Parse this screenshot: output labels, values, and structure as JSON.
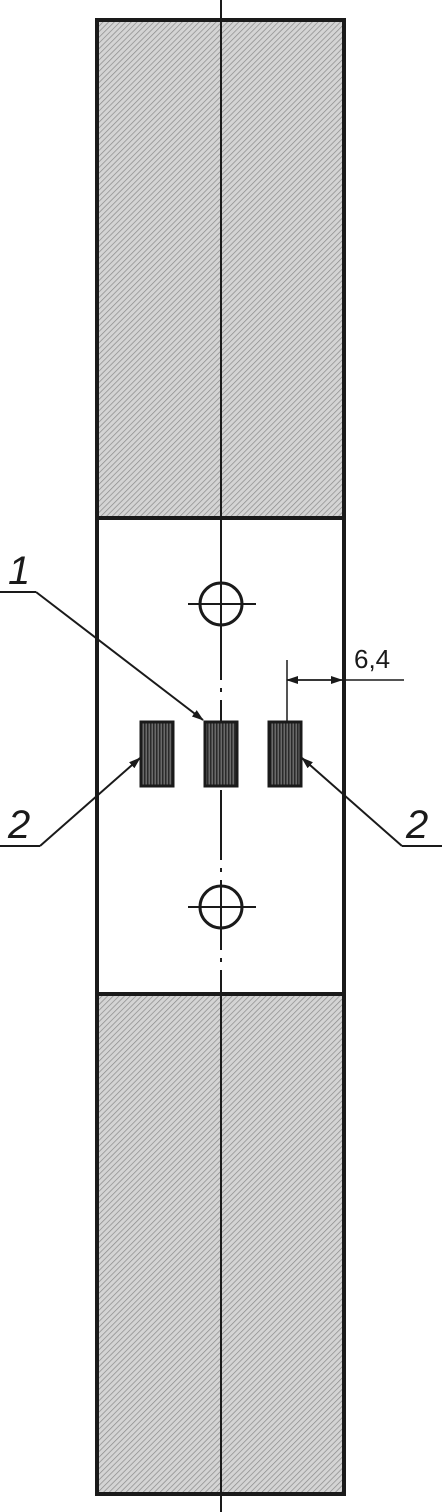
{
  "labels": {
    "center_gauge": "1",
    "side_gauge_left": "2",
    "side_gauge_right": "2",
    "spacing_dimension": "6,4"
  },
  "colors": {
    "line": "#1a1a1a",
    "hatch_fill": "#d4d4d4",
    "hatch_stroke": "#8a8a8a",
    "gauge_fill": "#5a5a5a",
    "background": "#ffffff"
  }
}
